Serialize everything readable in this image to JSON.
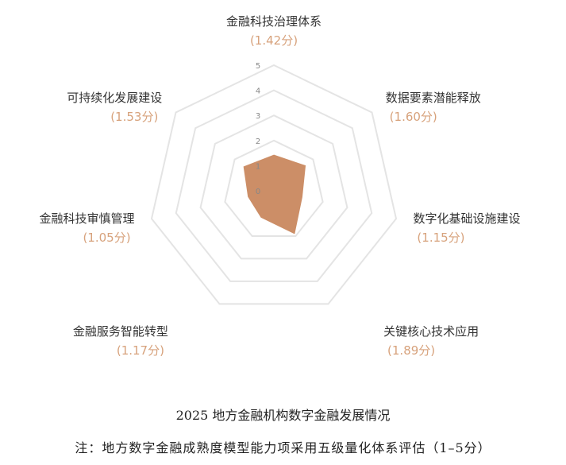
{
  "chart_data": {
    "type": "radar",
    "title": "2025 地方金融机构数字金融发展情况",
    "note": "注：地方数字金融成熟度模型能力项采用五级量化体系评估（1–5分）",
    "axis_ticks": [
      "0",
      "1",
      "2",
      "3",
      "4",
      "5"
    ],
    "rmax": 5,
    "axes": [
      {
        "name": "金融科技治理体系",
        "score_label": "(1.42分)",
        "value": 1.42
      },
      {
        "name": "数据要素潜能释放",
        "score_label": "(1.60分)",
        "value": 1.6
      },
      {
        "name": "数字化基础设施建设",
        "score_label": "(1.15分)",
        "value": 1.15
      },
      {
        "name": "关键核心技术应用",
        "score_label": "(1.89分)",
        "value": 1.89
      },
      {
        "name": "金融服务智能转型",
        "score_label": "(1.17分)",
        "value": 1.17
      },
      {
        "name": "金融科技审慎管理",
        "score_label": "(1.05分)",
        "value": 1.05
      },
      {
        "name": "可持续化发展建设",
        "score_label": "(1.53分)",
        "value": 1.53
      }
    ],
    "grid_color": "#e4e4e4",
    "fill_color": "#cc8e67",
    "score_color": "#d7a27c"
  }
}
